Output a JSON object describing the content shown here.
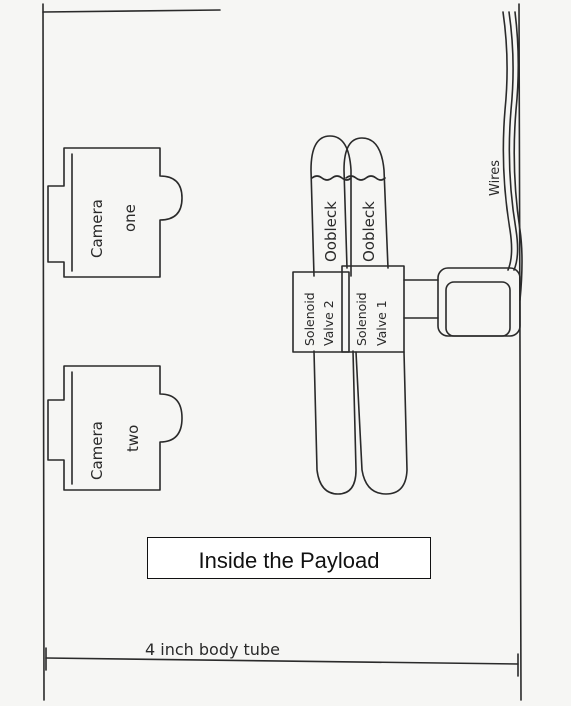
{
  "diagram": {
    "caption": "Inside the Payload",
    "labels": {
      "camera_one": [
        "Camera",
        "one"
      ],
      "camera_two": [
        "Camera",
        "two"
      ],
      "oobleck": "Oobleck",
      "valve_2": [
        "Solenoid",
        "Valve 2"
      ],
      "valve_1": [
        "Solenoid",
        "Valve 1"
      ],
      "wires": "Wires",
      "body_tube": "4 inch body tube"
    }
  }
}
